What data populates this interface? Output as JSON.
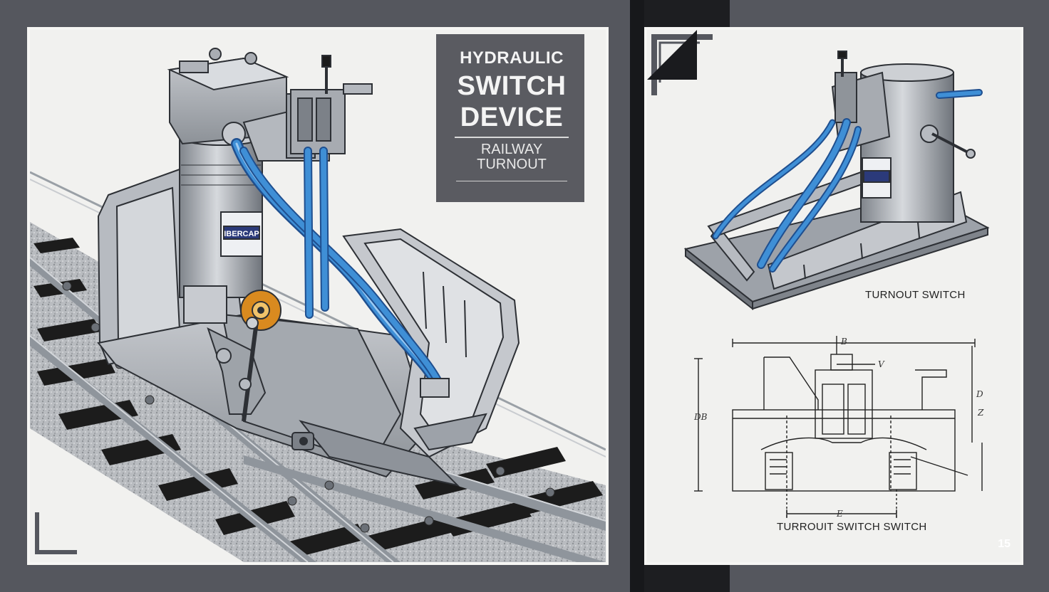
{
  "title": {
    "line1": "HYDRAULIC",
    "line2": "SWITCH",
    "line3": "DEVICE",
    "subtitle_line1": "RAILWAY",
    "subtitle_line2": "TURNOUT"
  },
  "left_panel": {
    "unit_label": "IBERCAP"
  },
  "right_panel": {
    "caption_top": "TURNOUT SWITCH",
    "caption_bottom": "TURROUIT SWITCH SWITCH",
    "dimension_labels": {
      "top": "B",
      "inner_top": "V",
      "left": "DB",
      "right_upper": "D",
      "right_lower": "Z",
      "bottom": "E"
    }
  },
  "page_number": "15",
  "colors": {
    "background": "#55575e",
    "panel": "#f1f1ef",
    "title_box": "#5a5b61",
    "hose_blue": "#3f8fd6",
    "metal": "#9da2a9",
    "sleeper": "#1c1c1c",
    "accent_orange": "#d98a1f"
  }
}
